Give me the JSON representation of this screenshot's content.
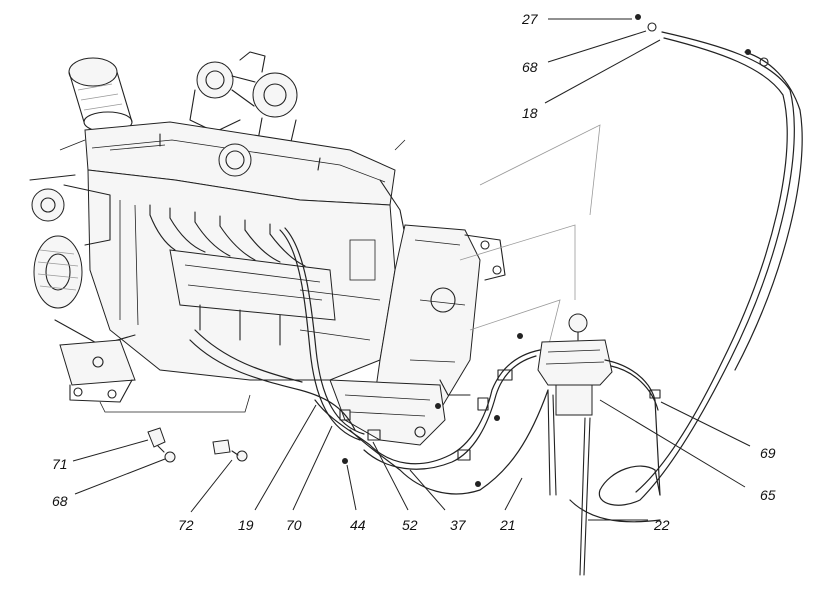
{
  "callouts": [
    {
      "id": "27",
      "label": "27"
    },
    {
      "id": "68-top",
      "label": "68"
    },
    {
      "id": "18",
      "label": "18"
    },
    {
      "id": "69",
      "label": "69"
    },
    {
      "id": "65",
      "label": "65"
    },
    {
      "id": "71",
      "label": "71"
    },
    {
      "id": "68-left",
      "label": "68"
    },
    {
      "id": "72",
      "label": "72"
    },
    {
      "id": "19",
      "label": "19"
    },
    {
      "id": "70",
      "label": "70"
    },
    {
      "id": "44",
      "label": "44"
    },
    {
      "id": "52",
      "label": "52"
    },
    {
      "id": "37",
      "label": "37"
    },
    {
      "id": "21",
      "label": "21"
    },
    {
      "id": "22",
      "label": "22"
    }
  ]
}
